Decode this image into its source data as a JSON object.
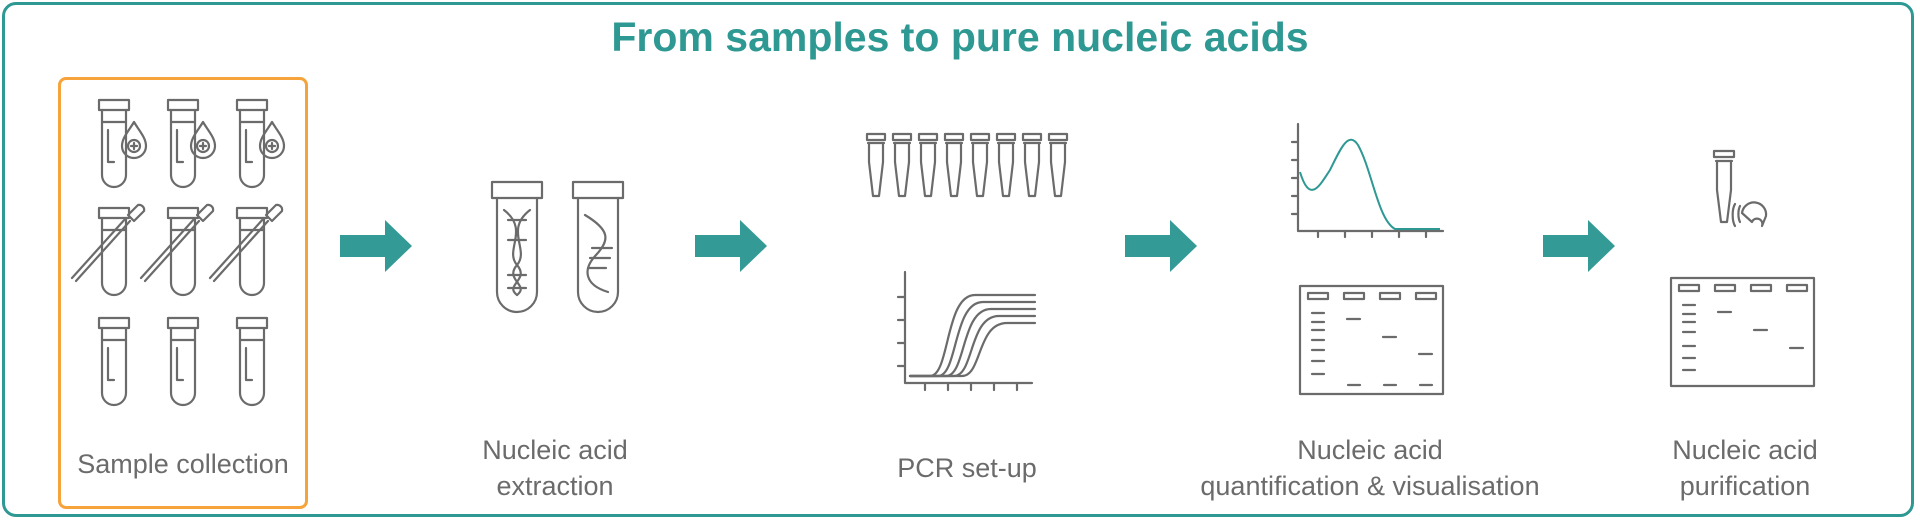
{
  "title": "From samples to pure nucleic acids",
  "colors": {
    "accent": "#2e9893",
    "highlight": "#f5a33a",
    "icon": "#6b6b6b"
  },
  "steps": [
    {
      "line1": "Sample collection",
      "line2": "",
      "icon": "sample-tubes-icon",
      "highlighted": true
    },
    {
      "line1": "Nucleic acid",
      "line2": "extraction",
      "icon": "dna-tubes-icon",
      "highlighted": false
    },
    {
      "line1": "PCR set-up",
      "line2": "",
      "icon": "pcr-strip-and-curve-icon",
      "highlighted": false
    },
    {
      "line1": "Nucleic acid",
      "line2": "quantification & visualisation",
      "icon": "spectrum-and-gel-icon",
      "highlighted": false
    },
    {
      "line1": "Nucleic acid",
      "line2": "purification",
      "icon": "magnet-and-gel-icon",
      "highlighted": false
    }
  ]
}
